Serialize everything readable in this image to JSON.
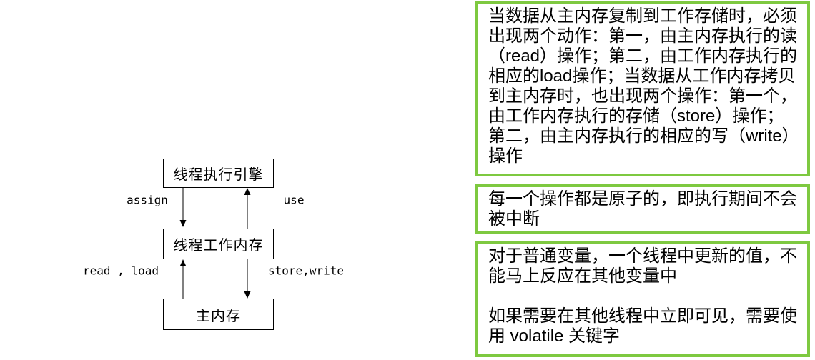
{
  "diagram": {
    "boxes": [
      {
        "label": "线程执行引擎"
      },
      {
        "label": "线程工作内存"
      },
      {
        "label": "主内存"
      }
    ],
    "arrow_labels": {
      "assign": "assign",
      "use": "use",
      "read_load": "read , load",
      "store_write": "store,write"
    }
  },
  "notes": [
    {
      "text": "当数据从主内存复制到工作存储时，必须出现两个动作：第一，由主内存执行的读（read）操作；第二，由工作内存执行的相应的load操作；当数据从工作内存拷贝到主内存时，也出现两个操作：第一个，由工作内存执行的存储（store）操作；第二，由主内存执行的相应的写（write）操作"
    },
    {
      "text": "每一个操作都是原子的，即执行期间不会被中断"
    },
    {
      "paragraphs": [
        "对于普通变量，一个线程中更新的值，不能马上反应在其他变量中",
        "如果需要在其他线程中立即可见，需要使用 volatile 关键字"
      ]
    }
  ],
  "colors": {
    "note_border": "#7EC940",
    "diagram_stroke": "#000000"
  }
}
